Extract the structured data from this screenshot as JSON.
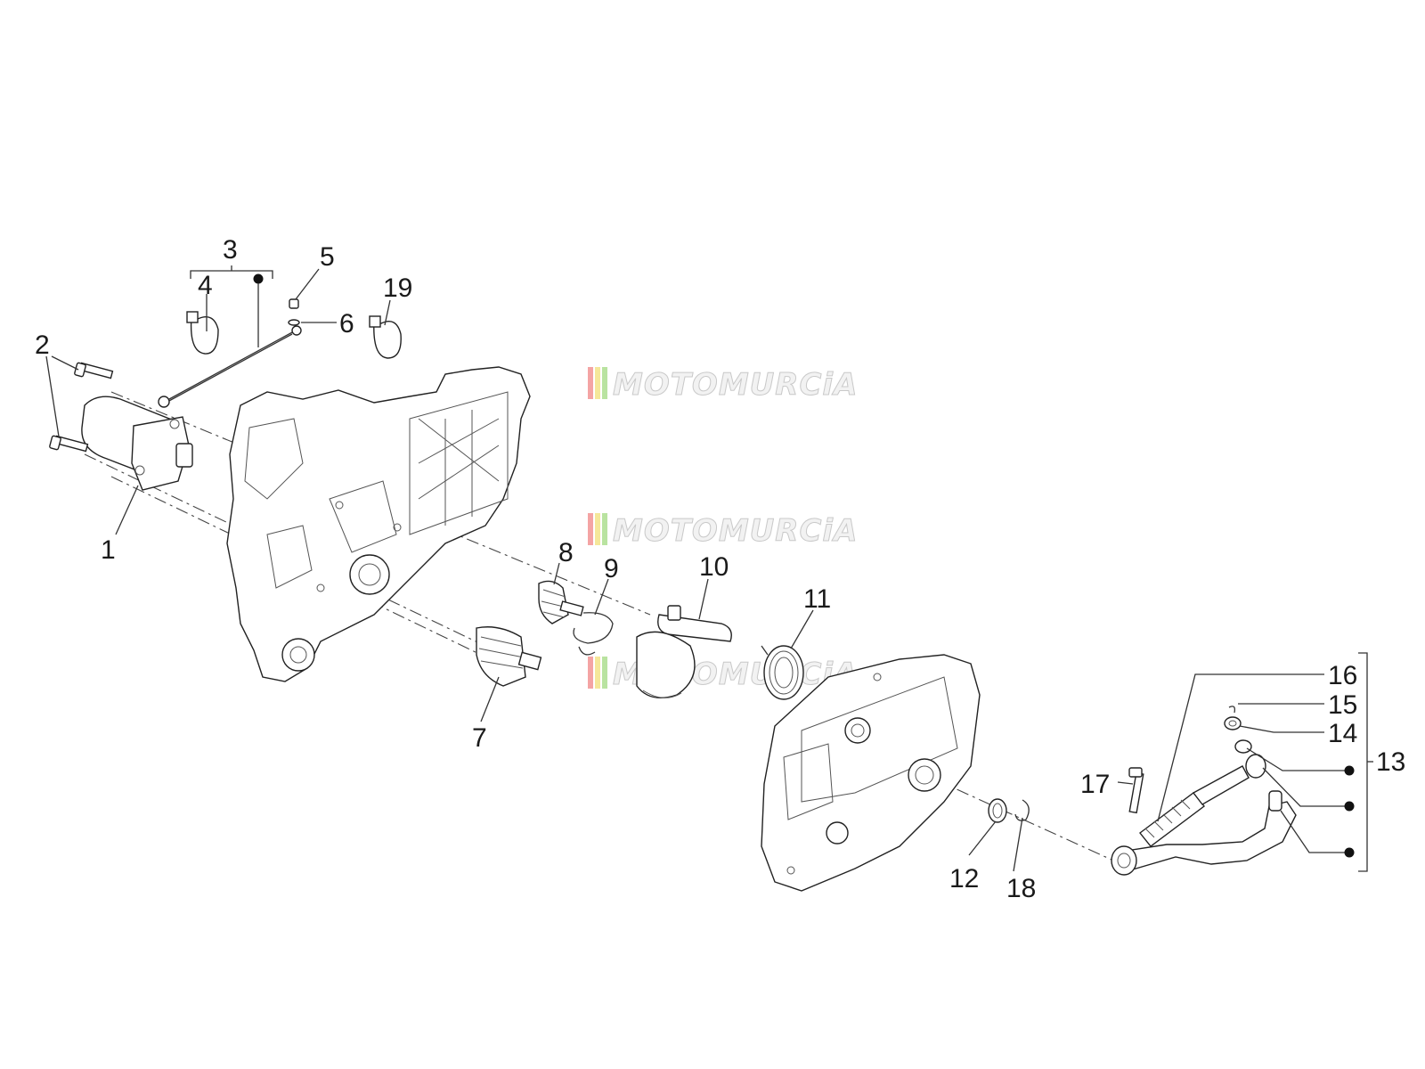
{
  "watermark": {
    "text": "MOTOMURCiA",
    "stripe_colors": [
      "#f4a4a4",
      "#f5e79a",
      "#b9e3a0"
    ]
  },
  "callouts": [
    {
      "id": "c1",
      "label": "1"
    },
    {
      "id": "c2",
      "label": "2"
    },
    {
      "id": "c3",
      "label": "3"
    },
    {
      "id": "c4",
      "label": "4"
    },
    {
      "id": "c5",
      "label": "5"
    },
    {
      "id": "c6",
      "label": "6"
    },
    {
      "id": "c7",
      "label": "7"
    },
    {
      "id": "c8",
      "label": "8"
    },
    {
      "id": "c9",
      "label": "9"
    },
    {
      "id": "c10",
      "label": "10"
    },
    {
      "id": "c11",
      "label": "11"
    },
    {
      "id": "c12",
      "label": "12"
    },
    {
      "id": "c13",
      "label": "13"
    },
    {
      "id": "c14",
      "label": "14"
    },
    {
      "id": "c15",
      "label": "15"
    },
    {
      "id": "c16",
      "label": "16"
    },
    {
      "id": "c17",
      "label": "17"
    },
    {
      "id": "c18",
      "label": "18"
    },
    {
      "id": "c19",
      "label": "19"
    }
  ]
}
